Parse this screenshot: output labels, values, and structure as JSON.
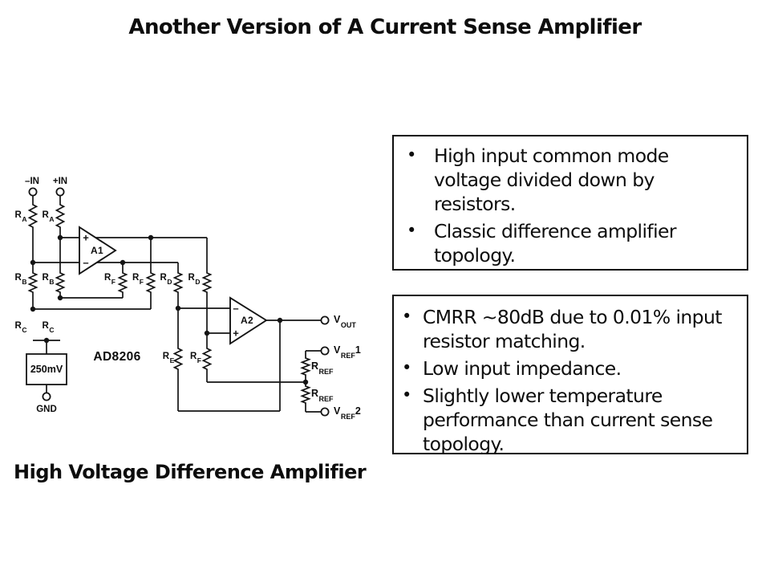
{
  "slide": {
    "title": "Another Version of A Current Sense Amplifier",
    "caption": "High Voltage Difference Amplifier"
  },
  "info_boxes": [
    {
      "bullets": [
        "High input common mode voltage divided down by resistors.",
        "Classic difference amplifier topology."
      ]
    },
    {
      "bullets": [
        "CMRR ~80dB due to 0.01% input resistor matching.",
        "Low input impedance.",
        "Slightly lower temperature performance than current sense topology."
      ]
    }
  ],
  "circuit": {
    "chip": "AD8206",
    "offset_source": "250mV",
    "gnd": "GND",
    "neg_in": "–IN",
    "pos_in": "+IN",
    "amp1": "A1",
    "amp2": "A2",
    "plus": "+",
    "minus": "–",
    "res": {
      "ra": {
        "m": "R",
        "s": "A"
      },
      "rb": {
        "m": "R",
        "s": "B"
      },
      "rc": {
        "m": "R",
        "s": "C"
      },
      "rd": {
        "m": "R",
        "s": "D"
      },
      "re": {
        "m": "R",
        "s": "E"
      },
      "rf": {
        "m": "R",
        "s": "F"
      },
      "rref": {
        "m": "R",
        "s": "REF"
      }
    },
    "out": {
      "v": "V",
      "out_s": "OUT",
      "ref_s": "REF",
      "ref1_n": "1",
      "ref2_n": "2"
    }
  },
  "colors": {
    "ink": "#0d0d0d",
    "background": "#ffffff"
  }
}
